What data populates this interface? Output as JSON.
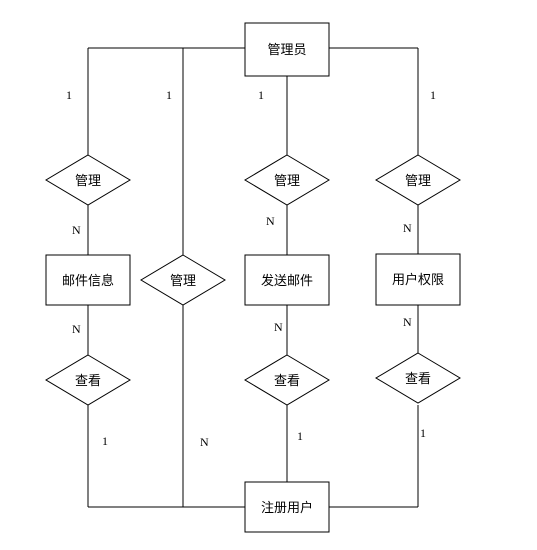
{
  "entities": {
    "admin": "管理员",
    "mail_info": "邮件信息",
    "send_mail": "发送邮件",
    "user_perm": "用户权限",
    "reg_user": "注册用户"
  },
  "relationships": {
    "manage_mail": "管理",
    "manage_reg": "管理",
    "manage_send": "管理",
    "manage_perm": "管理",
    "view_mail": "查看",
    "view_send": "查看",
    "view_perm": "查看"
  },
  "cardinalities": {
    "admin_mail": "1",
    "admin_reg": "1",
    "admin_send": "1",
    "admin_perm": "1",
    "mail_manage_n": "N",
    "send_manage_n": "N",
    "perm_manage_n": "N",
    "mail_view_n": "N",
    "send_view_n": "N",
    "perm_view_n": "N",
    "reg_manage_n": "N",
    "reg_mail_1": "1",
    "reg_send_1": "1",
    "reg_perm_1": "1"
  }
}
